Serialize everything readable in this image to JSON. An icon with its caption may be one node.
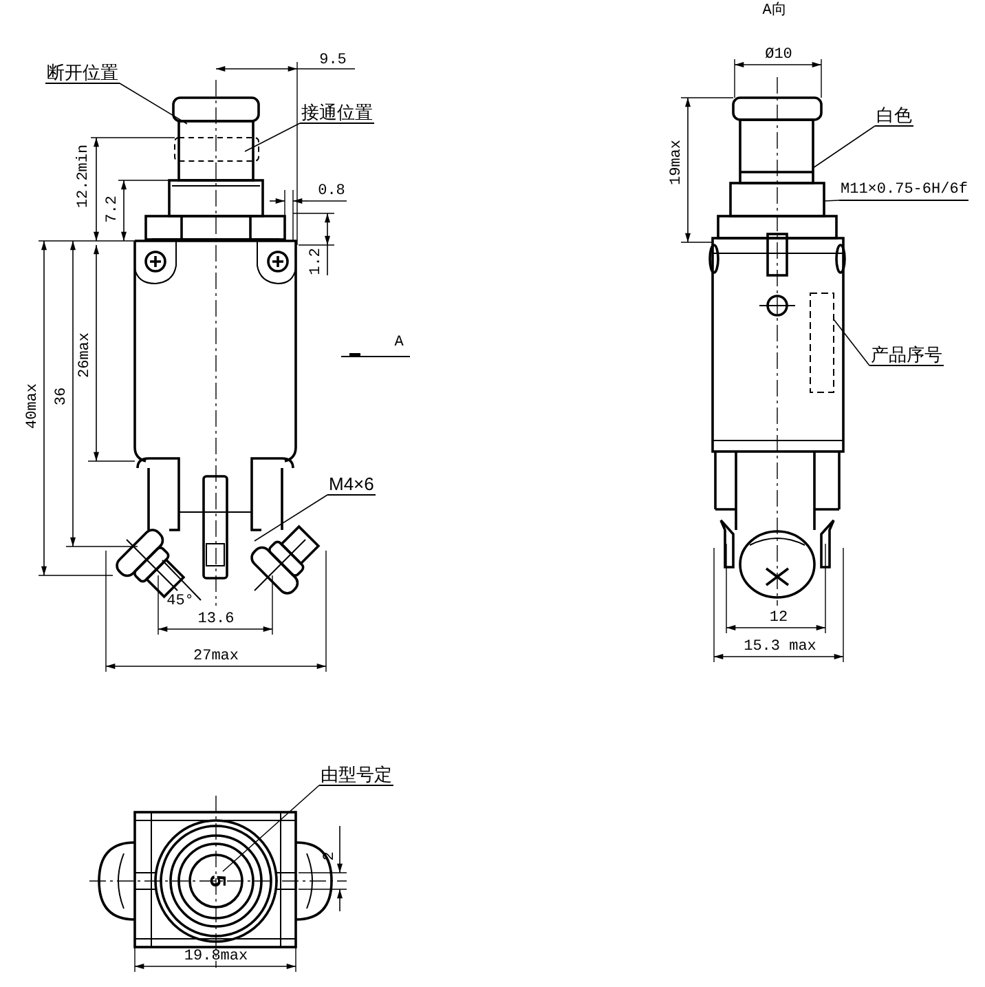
{
  "diagram": {
    "nodes": [
      {
        "text": [
          "断开位置"
        ]
      },
      {
        "text": [
          "接通位置"
        ]
      },
      {
        "text": [
          "白色"
        ]
      },
      {
        "text": [
          "M11×0.75-6H/6f"
        ]
      },
      {
        "text": [
          "产品序号"
        ]
      },
      {
        "text": [
          "M4×6"
        ]
      },
      {
        "text": [
          "由型号定"
        ]
      },
      {
        "text": [],
        "shape": "box"
      },
      {
        "text": [],
        "shape": "box"
      },
      {
        "text": [],
        "shape": "box"
      },
      {
        "text": [
          "5"
        ]
      },
      {
        "text": [],
        "shape": "picture"
      }
    ],
    "edges": [
      {
        "from": 0,
        "to": 11,
        "arrow": "none"
      },
      {
        "from": 1,
        "to": 11,
        "arrow": "none"
      },
      {
        "from": 2,
        "to": 7,
        "arrow": "none"
      },
      {
        "from": 3,
        "to": 8,
        "arrow": "none"
      },
      {
        "from": 4,
        "to": 9,
        "arrow": "none"
      },
      {
        "from": 5,
        "to": 11,
        "arrow": "none"
      },
      {
        "from": 6,
        "to": 10,
        "arrow": "none"
      }
    ],
    "labels": [
      "A向",
      "Ø10",
      "9.5",
      "0.8",
      "12.2min",
      "7.2",
      "19max",
      "1.2",
      "A",
      "40max",
      "36",
      "26max",
      "45°",
      "13.6",
      "12",
      "15.3 max",
      "27max",
      "2",
      "19.8max"
    ]
  }
}
